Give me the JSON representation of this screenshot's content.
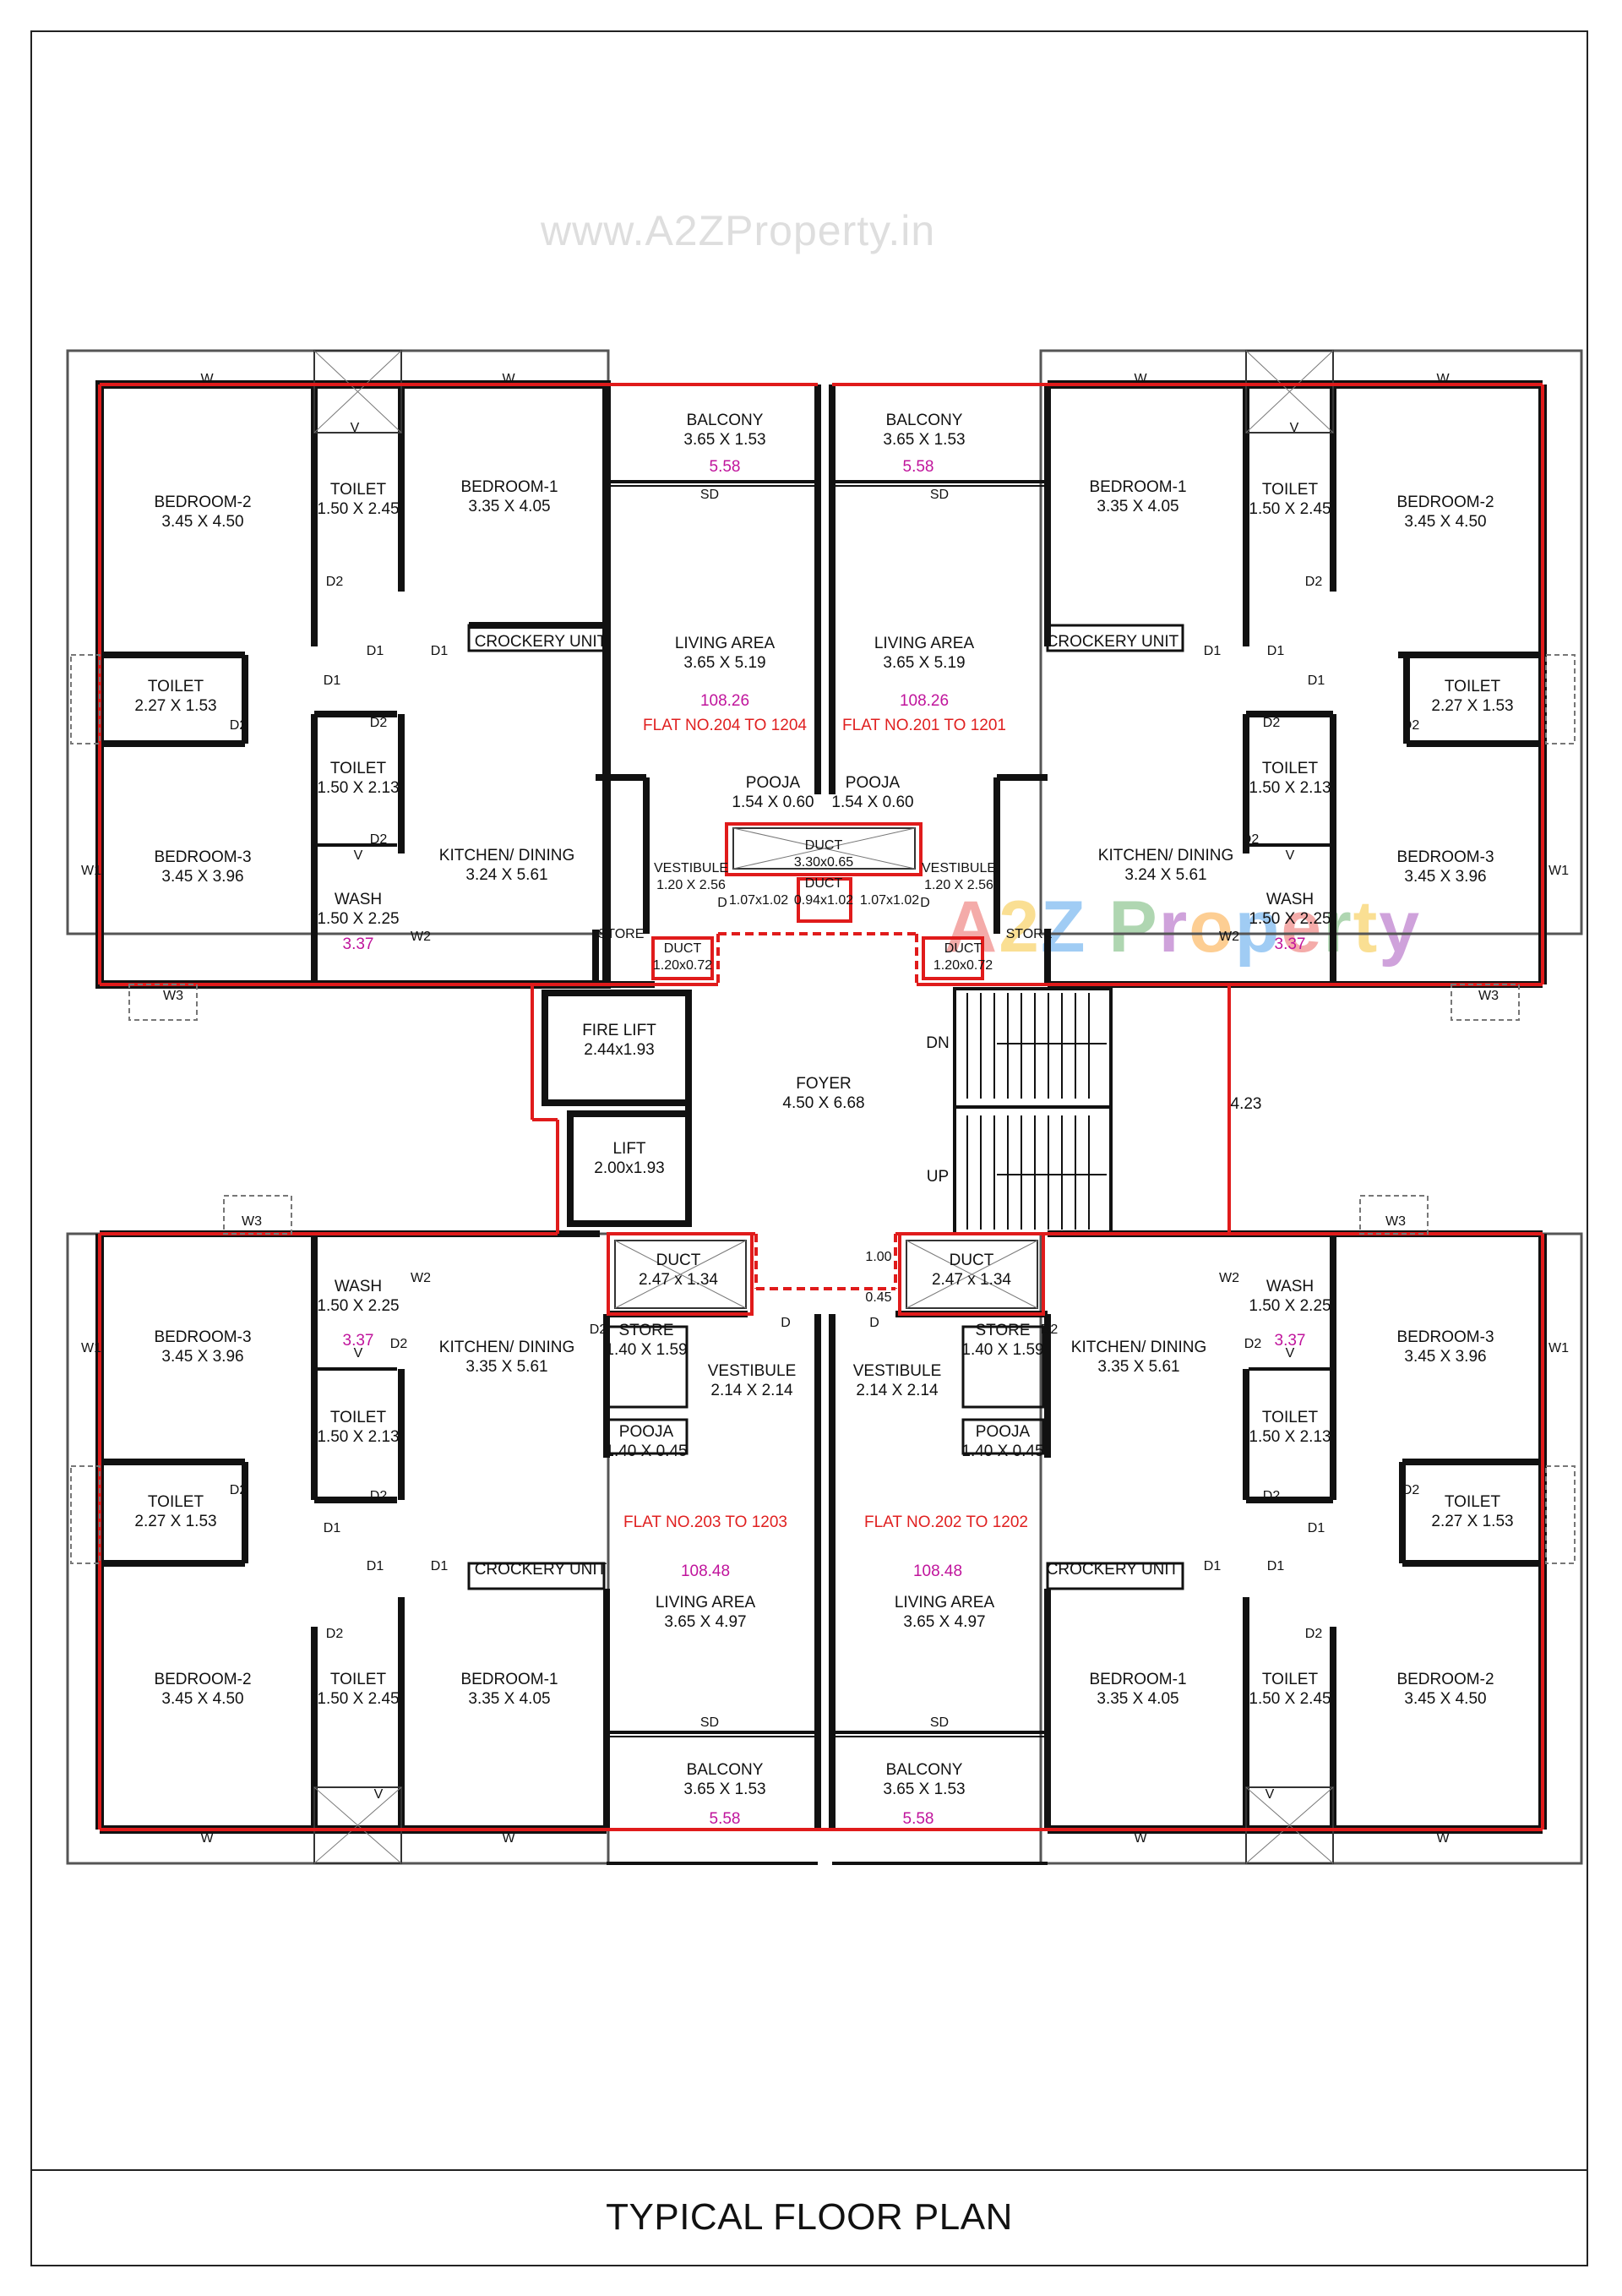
{
  "watermark": "www.A2ZProperty.in",
  "logo_letters": [
    "A",
    "2",
    "Z",
    " ",
    "P",
    "r",
    "o",
    "p",
    "e",
    "r",
    "t",
    "y"
  ],
  "logo_colors": [
    "#e53935",
    "#f4b400",
    "#1e88e5",
    "#ffffff",
    "#43a047",
    "#8e24aa",
    "#fb8c00",
    "#1e88e5",
    "#e53935",
    "#43a047",
    "#f4b400",
    "#8e24aa"
  ],
  "title": "TYPICAL FLOOR PLAN",
  "colors": {
    "wall": "#111111",
    "boundary": "#e01b1b",
    "area_text": "#c0149c"
  },
  "flat_labels": [
    "FLAT NO.204 TO 1204",
    "FLAT NO.201 TO 1201",
    "FLAT NO.203 TO 1203",
    "FLAT NO.202 TO 1202"
  ],
  "flat_areas": [
    "108.26",
    "108.26",
    "108.48",
    "108.48"
  ],
  "rooms": {
    "bedroom2": [
      "BEDROOM-2",
      "3.45 X 4.50"
    ],
    "bedroom1_top": [
      "BEDROOM-1",
      "3.35 X 4.05"
    ],
    "bedroom1_bottom": [
      "BEDROOM-1",
      "3.35 X 4.05"
    ],
    "bedroom3": [
      "BEDROOM-3",
      "3.45 X 3.96"
    ],
    "toilet_145": [
      "TOILET",
      "1.50 X 2.45"
    ],
    "toilet_227": [
      "TOILET",
      "2.27 X 1.53"
    ],
    "toilet_213": [
      "TOILET",
      "1.50 X 2.13"
    ],
    "wash": [
      "WASH",
      "1.50 X 2.25"
    ],
    "balcony": [
      "BALCONY",
      "3.65 X 1.53"
    ],
    "living_top": [
      "LIVING AREA",
      "3.65 X 5.19"
    ],
    "living_bottom": [
      "LIVING AREA",
      "3.65 X 4.97"
    ],
    "kitchen_top": [
      "KITCHEN/ DINING",
      "3.24 X 5.61"
    ],
    "kitchen_bottom": [
      "KITCHEN/ DINING",
      "3.35 X 5.61"
    ],
    "pooja_top": [
      "POOJA",
      "1.54 X 0.60"
    ],
    "pooja_bottom": [
      "POOJA",
      "1.40 X 0.45"
    ],
    "store_bottom": [
      "STORE",
      "1.40 X 1.59"
    ],
    "vestibule_top": [
      "VESTIBULE",
      "1.20 X 2.56"
    ],
    "vestibule_bottom": [
      "VESTIBULE",
      "2.14 X 2.14"
    ],
    "duct_top": [
      "DUCT",
      "1.20x0.72"
    ],
    "duct_bottom": [
      "DUCT",
      "2.47 x 1.34"
    ],
    "duct_center": [
      "DUCT",
      "3.30x0.65"
    ],
    "duct_small": [
      "DUCT",
      "0.94x1.02"
    ],
    "fire_lift": [
      "FIRE LIFT",
      "2.44x1.93"
    ],
    "lift": [
      "LIFT",
      "2.00x1.93"
    ],
    "foyer": [
      "FOYER",
      "4.50 X 6.68"
    ]
  },
  "tags": {
    "crockery": "CROCKERY UNIT",
    "store": "STORE",
    "balcony_area": "5.58",
    "wash_area": "3.37",
    "sd": "SD",
    "w": "W",
    "w1": "W1",
    "w2": "W2",
    "w3": "W3",
    "d": "D",
    "d1": "D1",
    "d2": "D2",
    "v": "V",
    "dn": "DN",
    "up": "UP",
    "lobby_width": "4.23",
    "small_dim": "1.07x1.02",
    "dim_100": "1.00",
    "dim_045": "0.45"
  }
}
